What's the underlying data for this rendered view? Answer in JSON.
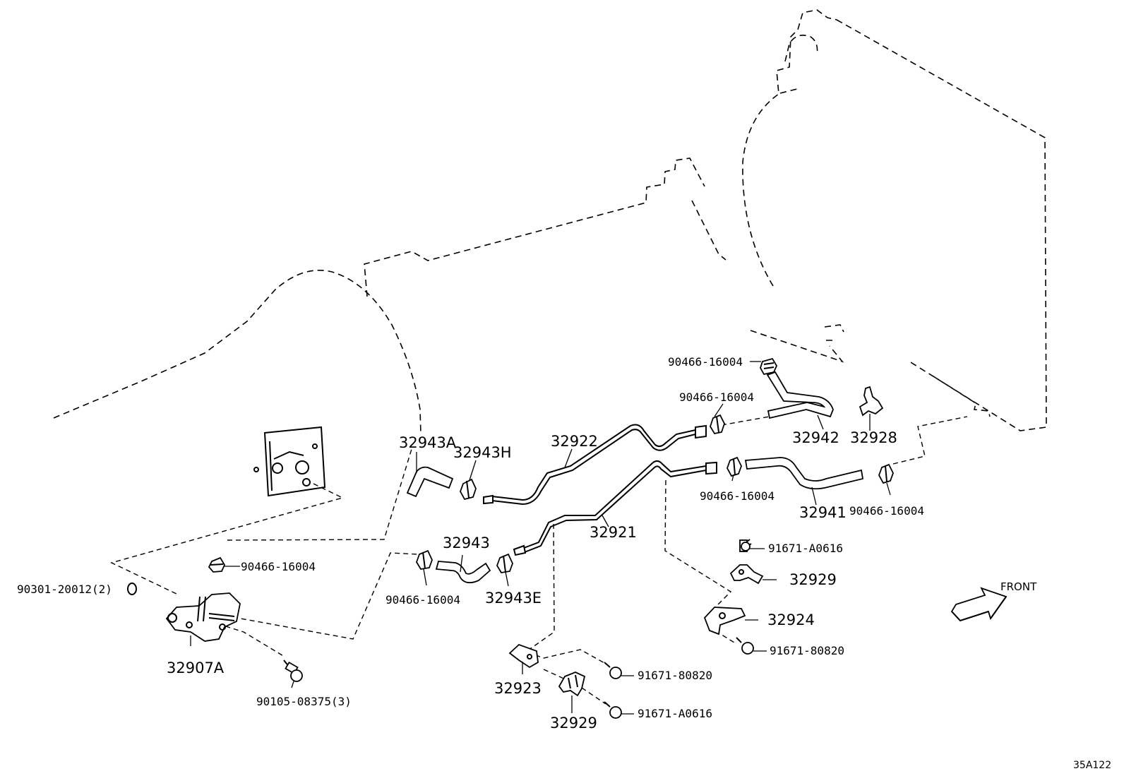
{
  "diagram": {
    "reference_code": "35A122",
    "front_indicator": "FRONT",
    "labels": {
      "p32943A": "32943A",
      "p32943H": "32943H",
      "p32922": "32922",
      "p32942": "32942",
      "p32928": "32928",
      "p32941": "32941",
      "p32921": "32921",
      "p32943": "32943",
      "p32943E": "32943E",
      "p32929a": "32929",
      "p32924": "32924",
      "p32923": "32923",
      "p32929b": "32929",
      "p32907A": "32907A",
      "c90466_top": "90466-16004",
      "c90466_mid": "90466-16004",
      "c90466_lowmid": "90466-16004",
      "c90466_right": "90466-16004",
      "c90466_left": "90466-16004",
      "c90466_bottom": "90466-16004",
      "b91671_A0616_a": "91671-A0616",
      "b91671_80820_a": "91671-80820",
      "b91671_80820_b": "91671-80820",
      "b91671_A0616_b": "91671-A0616",
      "g90301": "90301-20012(2)",
      "b90105": "90105-08375(3)"
    }
  }
}
